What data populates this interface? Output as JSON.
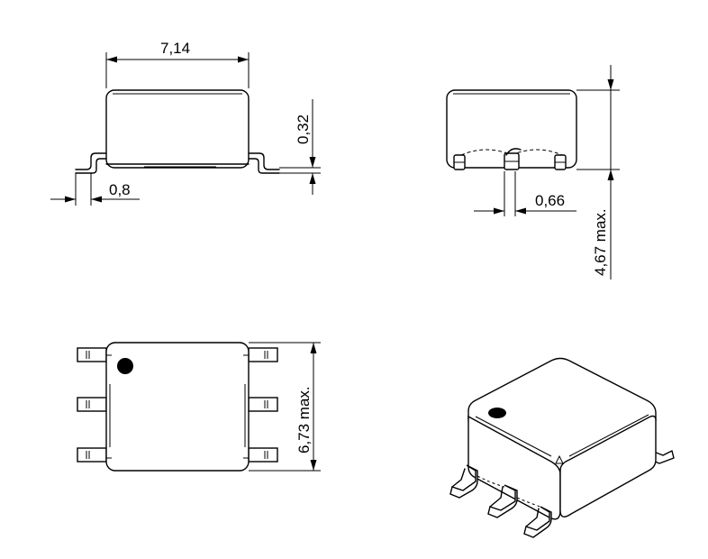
{
  "dimensions": {
    "length": "7,14",
    "lead_height": "0,32",
    "lead_length": "0,8",
    "lead_width": "0,66",
    "height_max": "4,67 max.",
    "width_max": "6,73 max."
  }
}
